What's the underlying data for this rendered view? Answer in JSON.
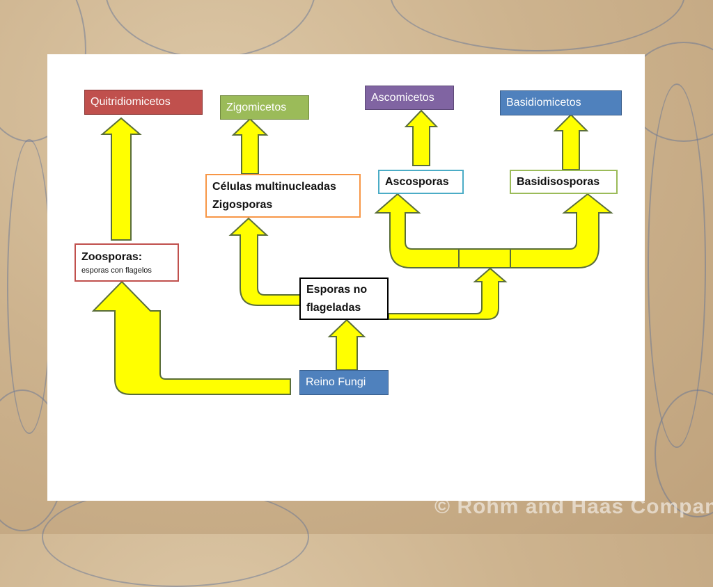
{
  "background": {
    "watermark": "© Rohm and Haas Company"
  },
  "colors": {
    "arrow_fill": "#ffff00",
    "arrow_stroke": "#5a6e3a",
    "quitridiomicetos": "#c0504d",
    "zigomicetos": "#9bbb59",
    "ascomicetos": "#8064a2",
    "basidiomicetos": "#4f81bd",
    "reino_fungi": "#4f81bd",
    "zoosporas_border": "#c0504d",
    "celulas_border": "#f79646",
    "ascosporas_border": "#4bacc6",
    "basidisosporas_border": "#9bbb59",
    "esporas_no_border": "#000000"
  },
  "diagram": {
    "nodes": {
      "quitridiomicetos": "Quitridiomicetos",
      "zigomicetos": "Zigomicetos",
      "ascomicetos": "Ascomicetos",
      "basidiomicetos": "Basidiomicetos",
      "celulas_line1": "Células multinucleadas",
      "celulas_line2": "Zigosporas",
      "ascosporas": "Ascosporas",
      "basidisosporas": "Basidisosporas",
      "zoosporas_title": "Zoosporas:",
      "zoosporas_sub": "esporas con flagelos",
      "esporas_no_line1": "Esporas no",
      "esporas_no_line2": "flageladas",
      "reino_fungi": "Reino Fungi"
    },
    "edges": [
      [
        "reino_fungi",
        "zoosporas"
      ],
      [
        "reino_fungi",
        "esporas_no_flageladas"
      ],
      [
        "zoosporas",
        "quitridiomicetos"
      ],
      [
        "esporas_no_flageladas",
        "celulas_multinucleadas"
      ],
      [
        "esporas_no_flageladas",
        "ascosporas"
      ],
      [
        "esporas_no_flageladas",
        "basidisosporas"
      ],
      [
        "celulas_multinucleadas",
        "zigomicetos"
      ],
      [
        "ascosporas",
        "ascomicetos"
      ],
      [
        "basidisosporas",
        "basidiomicetos"
      ]
    ]
  }
}
